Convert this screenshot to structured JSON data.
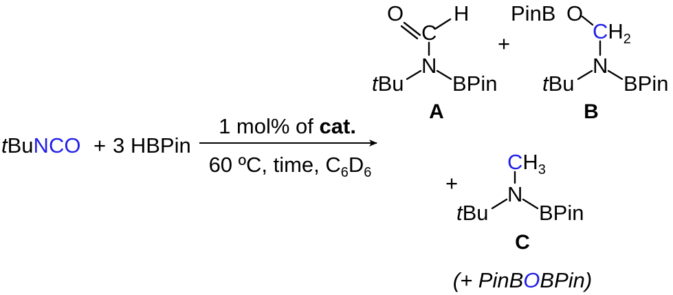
{
  "colors": {
    "heteroatom": "#1f1fe6",
    "ink": "#000000",
    "background": "#ffffff"
  },
  "reactants": {
    "isocyanate_prefix": "t",
    "isocyanate_alkyl": "Bu",
    "isocyanate_N": "N",
    "isocyanate_C": "C",
    "isocyanate_O": "O",
    "plus": "+",
    "borane": "3 HBPin"
  },
  "arrow": {
    "above_text": "1 mol% of ",
    "above_bold": "cat.",
    "below_text": "60 ºC, time, C",
    "below_sub1": "6",
    "below_mid": "D",
    "below_sub2": "6"
  },
  "product_a": {
    "label": "A",
    "O": "O",
    "C": "C",
    "H": "H",
    "N": "N",
    "tbu_prefix": "t",
    "tbu_alkyl": "Bu",
    "bpin": "BPin"
  },
  "plus_ab": "+",
  "product_b": {
    "label": "B",
    "pinb": "PinB",
    "O": "O",
    "C": "C",
    "H2": "H",
    "H2_sub": "2",
    "N": "N",
    "tbu_prefix": "t",
    "tbu_alkyl": "Bu",
    "bpin": "BPin"
  },
  "plus_c": "+",
  "product_c": {
    "label": "C",
    "C": "C",
    "H3": "H",
    "H3_sub": "3",
    "N": "N",
    "tbu_prefix": "t",
    "tbu_alkyl": "Bu",
    "bpin": "BPin"
  },
  "byproduct": {
    "open": "(+ PinB",
    "O": "O",
    "close": "BPin)"
  }
}
